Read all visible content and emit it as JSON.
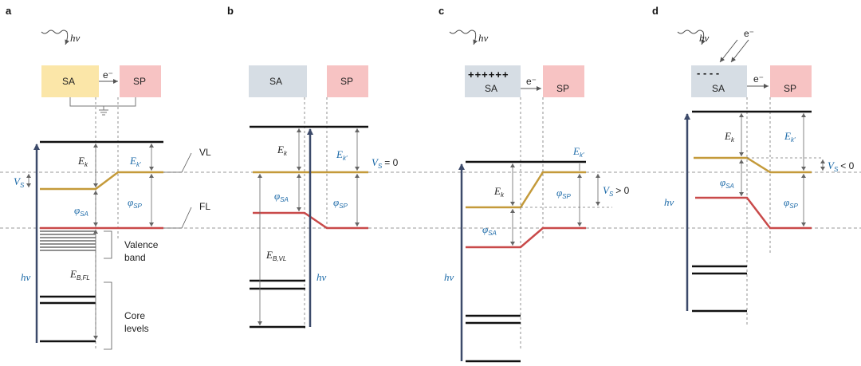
{
  "colors": {
    "sa_a": "#fbe6a8",
    "sa_b": "#d6dde4",
    "sp": "#f7c3c3",
    "vl": "#c49a3a",
    "fl": "#c94a4a",
    "blue_text": "#1c6aa8",
    "arrow": "#3c4a6a"
  },
  "panels": {
    "a": {
      "label": "a",
      "hv": "hv",
      "sa": "SA",
      "sp": "SP",
      "electron": "e⁻",
      "ek_base": "E",
      "ek_sub": "k",
      "ekp_base": "E",
      "ekp_sub": "k′",
      "vs_base": "V",
      "vs_sub": "S",
      "phisa_base": "φ",
      "phisa_sub": "SA",
      "phisp_base": "φ",
      "phisp_sub": "SP",
      "hv_side": "hv",
      "eb_base": "E",
      "eb_sub": "B,FL",
      "vl_label": "VL",
      "fl_label": "FL",
      "valence_1": "Valence",
      "valence_2": "band",
      "core_1": "Core",
      "core_2": "levels"
    },
    "b": {
      "label": "b",
      "sa": "SA",
      "sp": "SP",
      "ek_base": "E",
      "ek_sub": "k",
      "ekp_base": "E",
      "ekp_sub": "k′",
      "vs_base": "V",
      "vs_sub": "S",
      "vs_rel": "= 0",
      "phisa_base": "φ",
      "phisa_sub": "SA",
      "phisp_base": "φ",
      "phisp_sub": "SP",
      "eb_base": "E",
      "eb_sub": "B,VL",
      "hv_side": "hv"
    },
    "c": {
      "label": "c",
      "hv": "hv",
      "charges": "++++++",
      "sa": "SA",
      "sp": "SP",
      "electron": "e⁻",
      "ek_base": "E",
      "ek_sub": "k",
      "ekp_base": "E",
      "ekp_sub": "k′",
      "vs_base": "V",
      "vs_sub": "S",
      "vs_rel": "> 0",
      "phisa_base": "φ",
      "phisa_sub": "SA",
      "phisp_base": "φ",
      "phisp_sub": "SP",
      "hv_side": "hv"
    },
    "d": {
      "label": "d",
      "hv": "hv",
      "electron_in": "e⁻",
      "charges": "- - - -",
      "sa": "SA",
      "sp": "SP",
      "electron": "e⁻",
      "ek_base": "E",
      "ek_sub": "k",
      "ekp_base": "E",
      "ekp_sub": "k′",
      "vs_base": "V",
      "vs_sub": "S",
      "vs_rel": "< 0",
      "phisa_base": "φ",
      "phisa_sub": "SA",
      "phisp_base": "φ",
      "phisp_sub": "SP",
      "hv_side": "hv"
    }
  }
}
